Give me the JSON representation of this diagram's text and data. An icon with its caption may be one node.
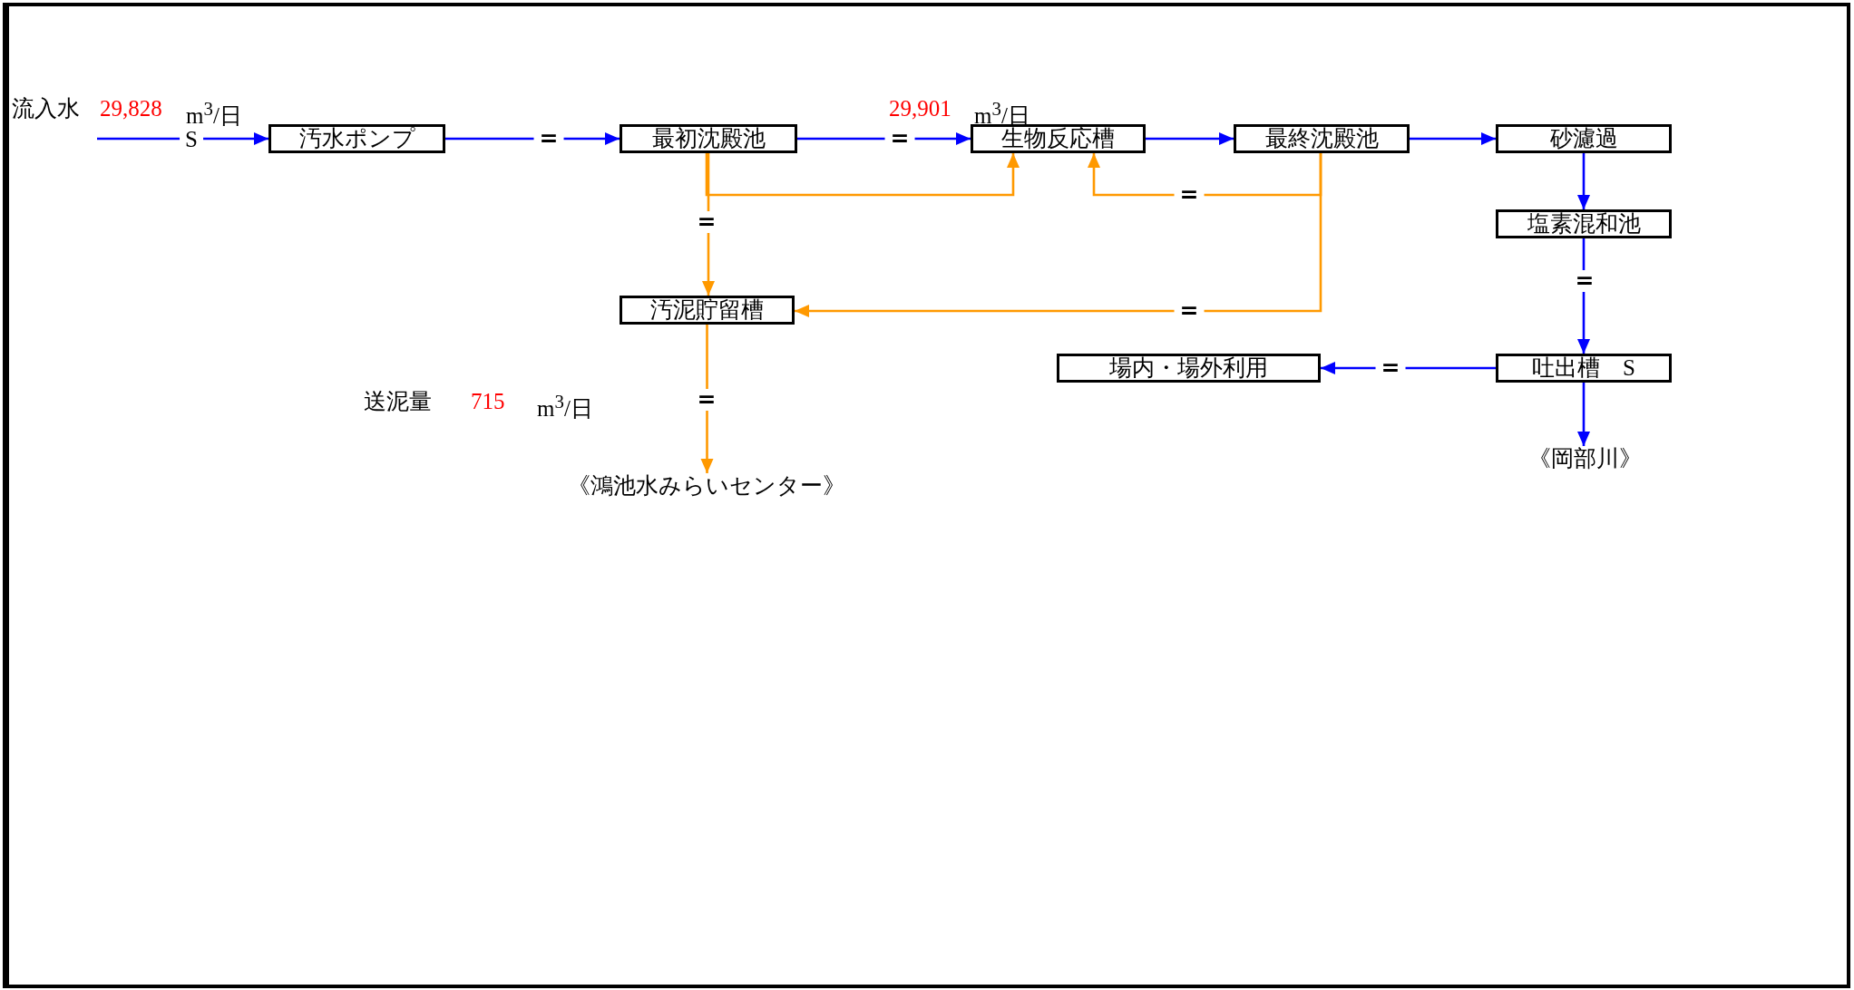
{
  "diagram": {
    "nodes": [
      {
        "text": [
          "汚水ポンプ"
        ]
      },
      {
        "text": [
          "最初沈殿池"
        ]
      },
      {
        "text": [
          "生物反応槽"
        ]
      },
      {
        "text": [
          "最終沈殿池"
        ]
      },
      {
        "text": [
          "砂濾過"
        ]
      },
      {
        "text": [
          "塩素混和池"
        ]
      },
      {
        "text": [
          "吐出槽　S"
        ]
      },
      {
        "text": [
          "場内・場外利用"
        ]
      },
      {
        "text": [
          "汚泥貯留槽"
        ]
      },
      {
        "text": [
          "《鴻池水みらいセンター》"
        ]
      },
      {
        "text": [
          "《岡部川》"
        ]
      }
    ],
    "edges": [
      {
        "from": null,
        "to": 0,
        "arrow": "to",
        "label": "S"
      },
      {
        "from": 0,
        "to": 1,
        "arrow": "to",
        "label": "="
      },
      {
        "from": 1,
        "to": 2,
        "arrow": "to",
        "label": "="
      },
      {
        "from": 2,
        "to": 3,
        "arrow": "to"
      },
      {
        "from": 3,
        "to": 4,
        "arrow": "to"
      },
      {
        "from": 4,
        "to": 5,
        "arrow": "to"
      },
      {
        "from": 5,
        "to": 6,
        "arrow": "to",
        "label": "="
      },
      {
        "from": 6,
        "to": 7,
        "arrow": "to",
        "label": "="
      },
      {
        "from": 6,
        "to": 10,
        "arrow": "to"
      },
      {
        "from": 1,
        "to": 2,
        "arrow": "to",
        "color": "#ff9900"
      },
      {
        "from": 1,
        "to": 8,
        "arrow": "to",
        "label": "=",
        "color": "#ff9900"
      },
      {
        "from": 3,
        "to": 2,
        "arrow": "to",
        "label": "=",
        "color": "#ff9900"
      },
      {
        "from": 3,
        "to": 8,
        "arrow": "to",
        "label": "=",
        "color": "#ff9900"
      },
      {
        "from": 8,
        "to": 9,
        "arrow": "to",
        "label": "=",
        "color": "#ff9900"
      }
    ],
    "labels": [
      "流入水",
      "29,828",
      "m$^{3}$/日",
      "29,901",
      "m$^{3}$/日",
      "送泥量",
      "715",
      "m$^{3}$/日"
    ]
  }
}
